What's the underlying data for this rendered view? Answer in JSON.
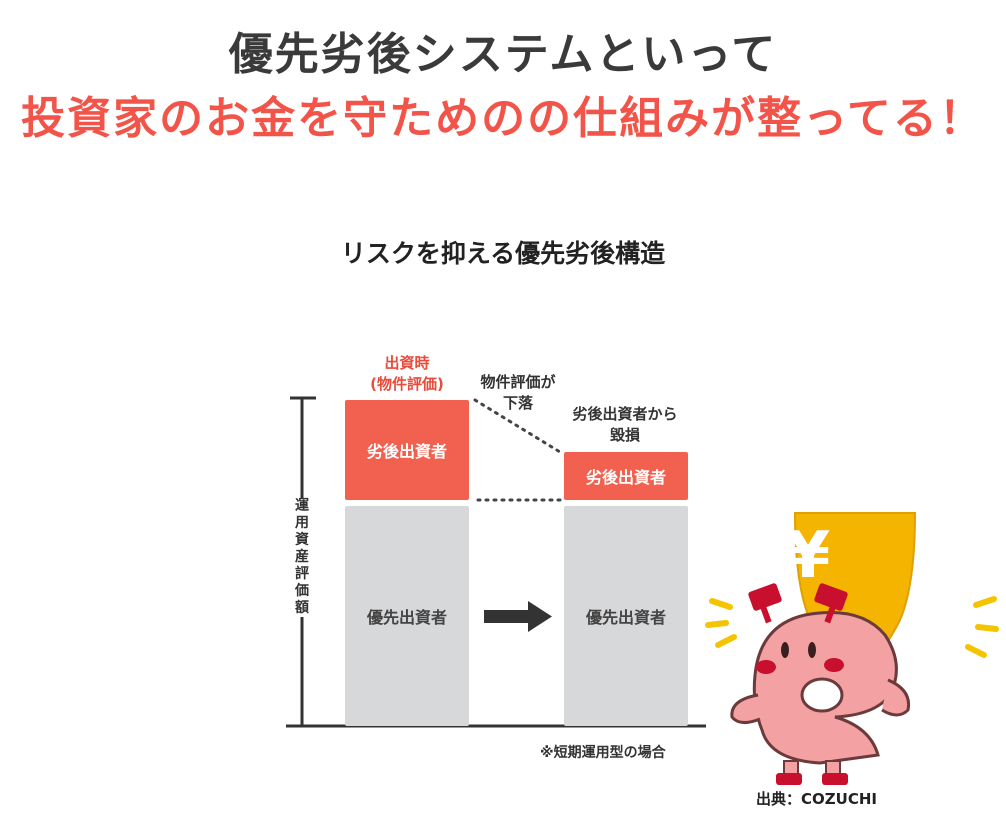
{
  "header": {
    "line1": "優先劣後システムといって",
    "line2": "投資家のお金を守ためのの仕組みが整ってる！"
  },
  "diagram": {
    "title": "リスクを抑える優先劣後構造",
    "left_column": {
      "label_line1": "出資時",
      "label_line2": "(物件評価)",
      "subordinate": "劣後出資者",
      "senior": "優先出資者"
    },
    "right_column": {
      "label_line1": "劣後出資者から",
      "label_line2": "毀損",
      "subordinate": "劣後出資者",
      "senior": "優先出資者"
    },
    "drop_label_line1": "物件評価が",
    "drop_label_line2": "下落",
    "axis_label": "運用資産評価額",
    "note": "※短期運用型の場合"
  },
  "mascot": {
    "shield_symbol": "¥",
    "icon": "yen-shield-mascot"
  },
  "credit": "出典：COZUCHI",
  "colors": {
    "accent_red": "#f2544a",
    "box_red": "#f2614f",
    "box_gray": "#d7d8da",
    "shield_yellow": "#f5b400",
    "mascot_pink": "#f3a1a3",
    "mascot_dark_red": "#c8102e"
  }
}
